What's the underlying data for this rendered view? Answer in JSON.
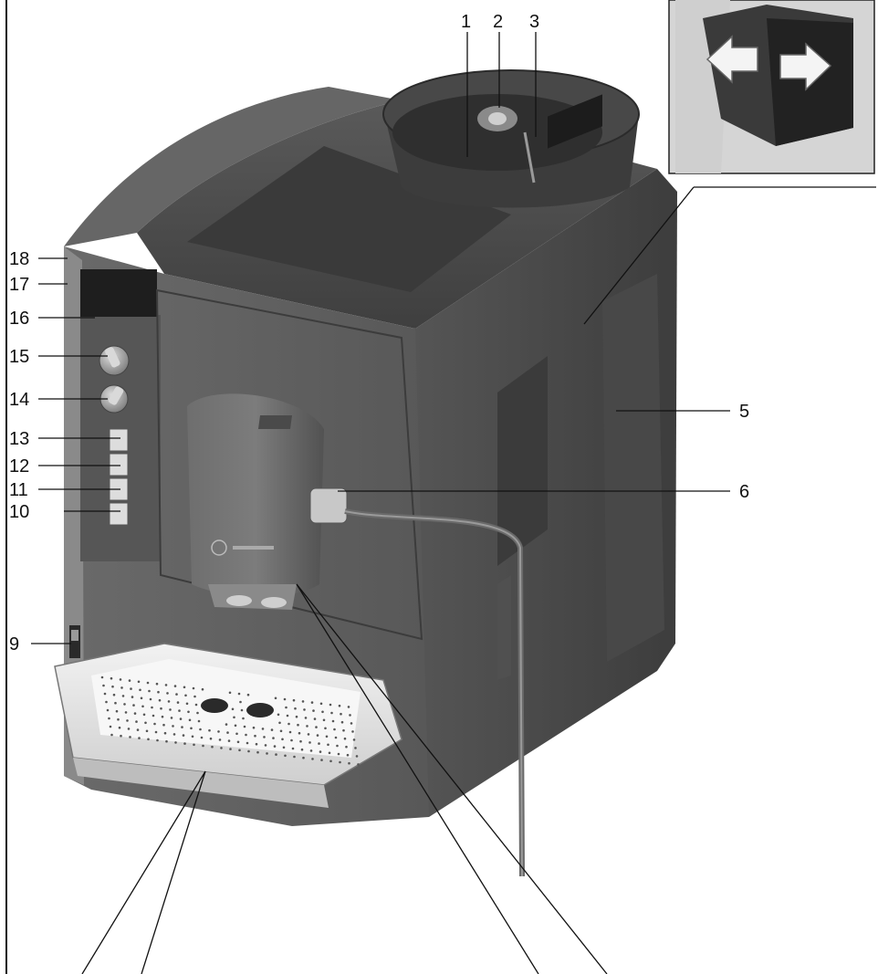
{
  "callouts": {
    "c1": "1",
    "c2": "2",
    "c3": "3",
    "c5": "5",
    "c6": "6",
    "c9": "9",
    "c10": "10",
    "c11": "11",
    "c12": "12",
    "c13": "13",
    "c14": "14",
    "c15": "15",
    "c16": "16",
    "c17": "17",
    "c18": "18"
  },
  "colors": {
    "body_dark": "#4a4a4a",
    "body_mid": "#5e5e5e",
    "body_light": "#7a7a7a",
    "tray": "#e6e6e6",
    "inset_bg": "#d8d8d8"
  },
  "arrow_icon_names": [
    "arrow-left-icon",
    "arrow-right-icon"
  ]
}
